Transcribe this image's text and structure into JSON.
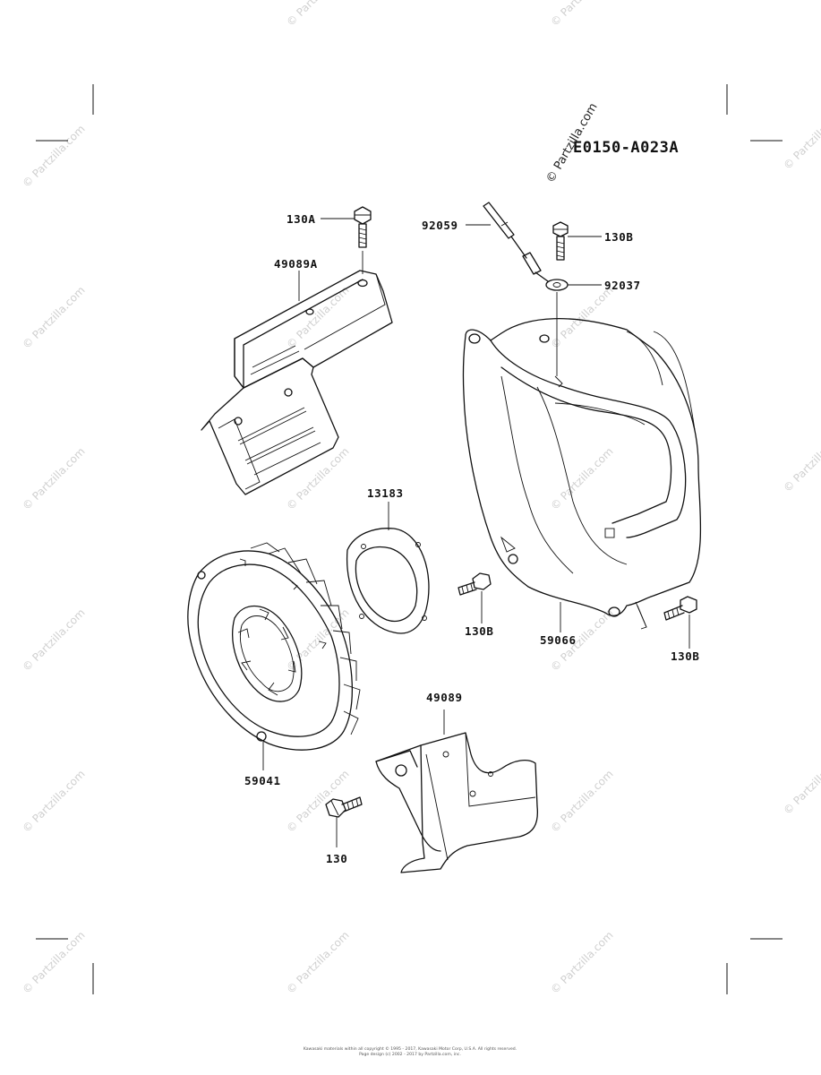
{
  "diagram_code": "E0150-A023A",
  "watermark": "© Partzilla.com",
  "footer": {
    "line1": "Kawasaki materials within all copyright © 1995 - 2017, Kawasaki Motor Corp, U.S.A. All rights reserved.",
    "line2": "Page design (c) 2002 - 2017 by Partzilla.com, inc."
  },
  "callouts": {
    "c130A": "130A",
    "c92059": "92059",
    "c130B_top": "130B",
    "c49089A": "49089A",
    "c92037": "92037",
    "c13183": "13183",
    "c130B_mid": "130B",
    "c59066": "59066",
    "c130B_right": "130B",
    "c49089": "49089",
    "c59041": "59041",
    "c130": "130"
  }
}
